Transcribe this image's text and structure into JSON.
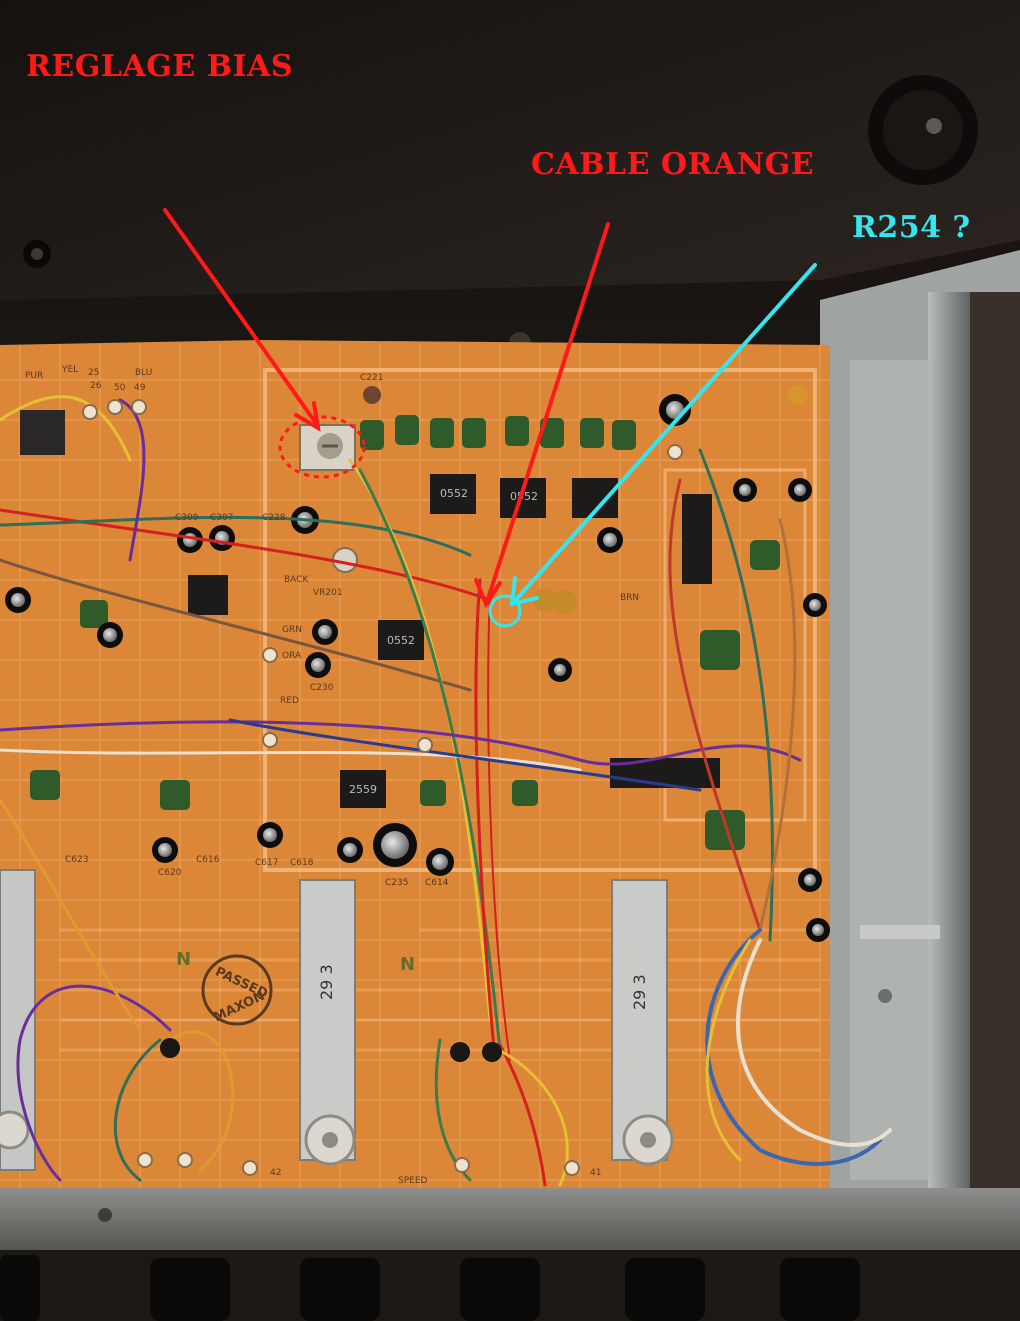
{
  "annotations": {
    "bias_label": "REGLAGE BIAS",
    "cable_label": "CABLE ORANGE",
    "resistor_label": "R254 ?"
  },
  "board_print": {
    "chip_1": "0552",
    "chip_2": "0552",
    "chip_3": "0552",
    "chip_4": "2559",
    "stamp_top": "PASSED",
    "stamp_bottom": "MAXON",
    "pot_1": "29 3",
    "pot_2": "29 3",
    "label_c221": "C221",
    "label_c309": "C309",
    "label_c307": "C307",
    "label_c228": "C228",
    "label_c230": "C230",
    "label_c235": "C235",
    "label_c614": "C614",
    "label_c617": "C617",
    "label_c618": "C618",
    "label_c620": "C620",
    "label_c623": "C623",
    "label_c616": "C616",
    "label_vr201": "VR201",
    "label_pur": "PUR",
    "label_yel": "YEL",
    "label_blu": "BLU",
    "label_grn": "GRN",
    "label_brn": "BRN",
    "label_red": "RED",
    "label_ora": "ORA",
    "label_back": "BACK",
    "label_speed": "SPEED",
    "label_n1": "N",
    "label_n2": "N",
    "label_25": "25",
    "label_26": "26",
    "label_49": "49",
    "label_50": "50",
    "label_41": "41",
    "label_42": "42"
  },
  "colors": {
    "bias_label": "#ff1a1a",
    "cable_label": "#ff1a1a",
    "resistor_label": "#33e6f0",
    "pcb": "#e08a3a",
    "chassis": "#8a8c8c",
    "lid": "#1c1816"
  }
}
